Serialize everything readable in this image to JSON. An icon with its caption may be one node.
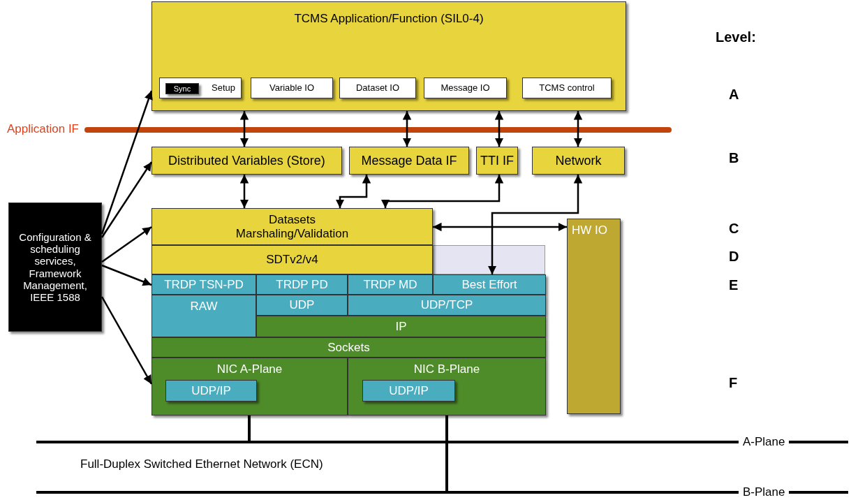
{
  "diagram": {
    "nodes": [
      {
        "text": [
          "TCMS Application/Function (SIL0-4)"
        ]
      },
      {
        "text": [
          "Setup"
        ],
        "in": 0
      },
      {
        "text": [
          "Sync"
        ],
        "in": 1
      },
      {
        "text": [
          "Variable IO"
        ],
        "in": 0
      },
      {
        "text": [
          "Dataset IO"
        ],
        "in": 0
      },
      {
        "text": [
          "Message IO"
        ],
        "in": 0
      },
      {
        "text": [
          "TCMS control"
        ],
        "in": 0
      },
      {
        "text": [
          "Distributed Variables (Store)"
        ]
      },
      {
        "text": [
          "Message Data IF"
        ]
      },
      {
        "text": [
          "TTI IF"
        ]
      },
      {
        "text": [
          "Network"
        ]
      },
      {
        "text": [
          "Configuration & scheduling services, Framework Management, IEEE 1588"
        ]
      },
      {
        "text": [
          "Datasets",
          "Marshaling/Validation"
        ]
      },
      {
        "text": [
          "SDTv2/v4"
        ]
      },
      {
        "text": [
          "TRDP TSN-PD"
        ]
      },
      {
        "text": [
          "TRDP PD"
        ]
      },
      {
        "text": [
          "TRDP MD"
        ]
      },
      {
        "text": [
          "Best Effort"
        ]
      },
      {
        "text": [
          "RAW"
        ]
      },
      {
        "text": [
          "UDP"
        ]
      },
      {
        "text": [
          "UDP/TCP"
        ]
      },
      {
        "text": [
          "IP"
        ]
      },
      {
        "text": [
          "Sockets"
        ]
      },
      {
        "text": [
          "NIC A-Plane"
        ]
      },
      {
        "text": [
          "UDP/IP"
        ],
        "in": 23
      },
      {
        "text": [
          "NIC B-Plane"
        ]
      },
      {
        "text": [
          "UDP/IP"
        ],
        "in": 25
      },
      {
        "text": [
          "HW IO"
        ]
      },
      {
        "text": [
          "A-Plane"
        ]
      },
      {
        "text": [
          "B-Plane"
        ]
      }
    ],
    "edges": [
      {
        "from": 0,
        "to": 7,
        "arrow": "both"
      },
      {
        "from": 0,
        "to": 8,
        "arrow": "both"
      },
      {
        "from": 0,
        "to": 9,
        "arrow": "both"
      },
      {
        "from": 0,
        "to": 10,
        "arrow": "both"
      },
      {
        "from": 7,
        "to": 12,
        "arrow": "both"
      },
      {
        "from": 8,
        "to": 12,
        "arrow": "both"
      },
      {
        "from": 9,
        "to": 12,
        "arrow": "both"
      },
      {
        "from": 10,
        "to": 17,
        "arrow": "both"
      },
      {
        "from": 12,
        "to": 27,
        "arrow": "both"
      },
      {
        "from": 11,
        "to": 0,
        "arrow": "to"
      },
      {
        "from": 11,
        "to": 7,
        "arrow": "to"
      },
      {
        "from": 11,
        "to": 12,
        "arrow": "to"
      },
      {
        "from": 11,
        "to": 14,
        "arrow": "to"
      },
      {
        "from": 11,
        "to": 23,
        "arrow": "to"
      },
      {
        "from": 23,
        "to": 28,
        "arrow": "none"
      },
      {
        "from": 25,
        "to": 29,
        "arrow": "none"
      }
    ],
    "labels": [
      "Level:",
      "A",
      "Application IF",
      "B",
      "C",
      "D",
      "E",
      "F",
      "Full-Duplex Switched Ethernet Network (ECN)"
    ]
  }
}
